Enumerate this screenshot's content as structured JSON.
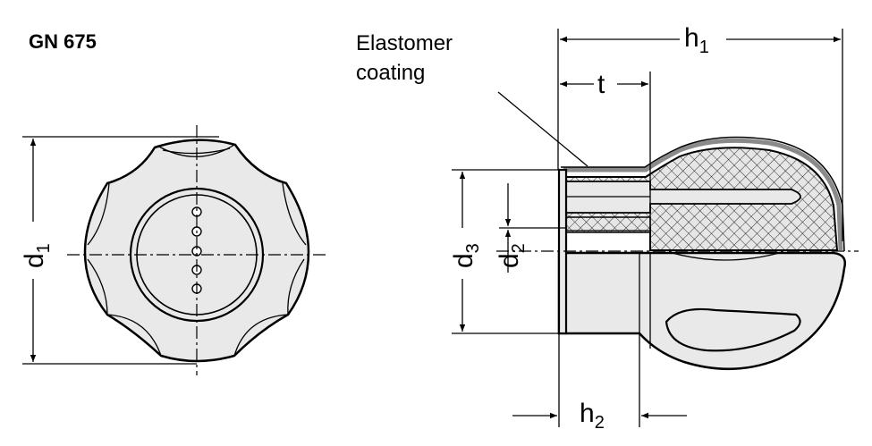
{
  "title": "GN 675",
  "callout": {
    "line1": "Elastomer",
    "line2": "coating"
  },
  "dimensions": {
    "d1": {
      "base": "d",
      "sub": "1"
    },
    "d2": {
      "base": "d",
      "sub": "2"
    },
    "d3": {
      "base": "d",
      "sub": "3"
    },
    "h1": {
      "base": "h",
      "sub": "1"
    },
    "h2": {
      "base": "h",
      "sub": "2"
    },
    "t": {
      "base": "t",
      "sub": ""
    }
  },
  "colors": {
    "part_fill": "#e9e9e9",
    "coating": "#8a8a8a",
    "line": "#000000"
  }
}
